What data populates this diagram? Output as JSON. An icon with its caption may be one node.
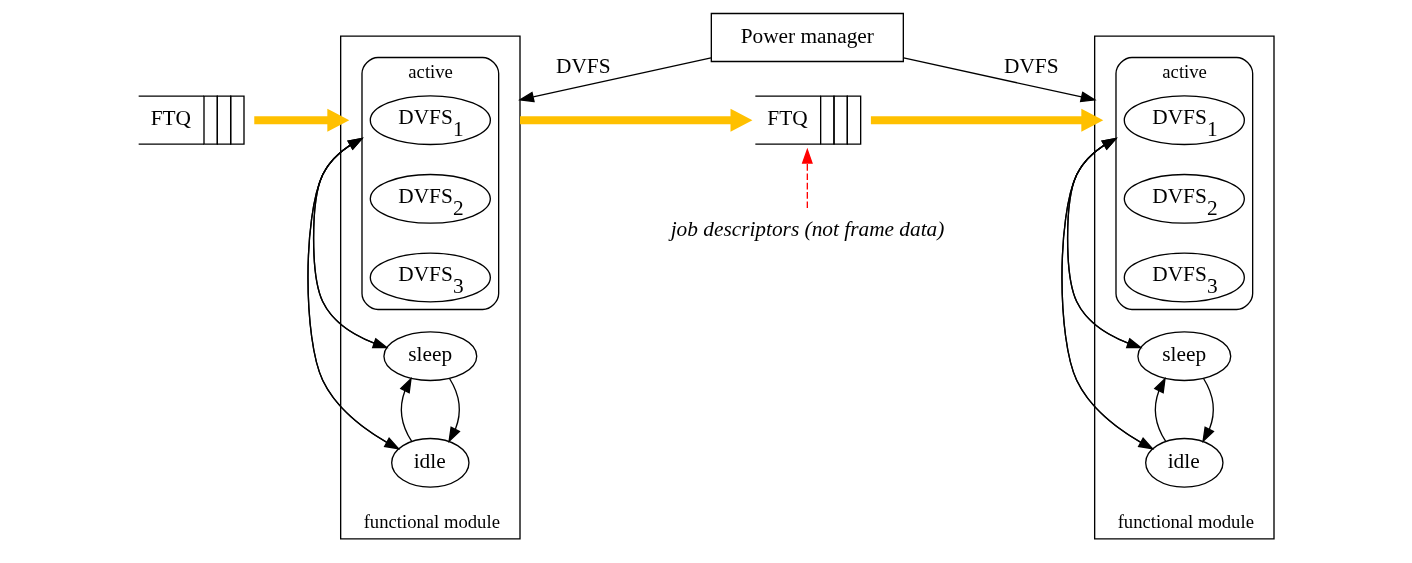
{
  "diagram": {
    "nodes": [
      {
        "text": [
          "Power manager"
        ]
      },
      {
        "text": [
          "FTQ"
        ]
      },
      {
        "text": [
          "functional module"
        ]
      },
      {
        "text": [
          "active"
        ],
        "in": 2
      },
      {
        "text": [
          "DVFS$_{1}$"
        ],
        "in": 3
      },
      {
        "text": [
          "DVFS$_{2}$"
        ],
        "in": 3
      },
      {
        "text": [
          "DVFS$_{3}$"
        ],
        "in": 3
      },
      {
        "text": [
          "sleep"
        ],
        "in": 2
      },
      {
        "text": [
          "idle"
        ],
        "in": 2
      },
      {
        "text": [
          "FTQ"
        ]
      },
      {
        "text": [
          "functional module"
        ]
      },
      {
        "text": [
          "active"
        ],
        "in": 10
      },
      {
        "text": [
          "DVFS$_{1}$"
        ],
        "in": 11
      },
      {
        "text": [
          "DVFS$_{2}$"
        ],
        "in": 11
      },
      {
        "text": [
          "DVFS$_{3}$"
        ],
        "in": 11
      },
      {
        "text": [
          "sleep"
        ],
        "in": 10
      },
      {
        "text": [
          "idle"
        ],
        "in": 10
      },
      {
        "text": [
          "job descriptors (not frame data)"
        ]
      }
    ],
    "edges": [
      {
        "from": 0,
        "to": 2,
        "arrow": "to",
        "label": "DVFS"
      },
      {
        "from": 0,
        "to": 10,
        "arrow": "to",
        "label": "DVFS"
      },
      {
        "from": 1,
        "to": 2,
        "arrow": "to",
        "style": "thick",
        "color": "#ffc000"
      },
      {
        "from": 2,
        "to": 9,
        "arrow": "to",
        "style": "thick",
        "color": "#ffc000"
      },
      {
        "from": 9,
        "to": 10,
        "arrow": "to",
        "style": "thick",
        "color": "#ffc000"
      },
      {
        "from": 3,
        "to": 7,
        "arrow": "to"
      },
      {
        "from": 7,
        "to": 3,
        "arrow": "to"
      },
      {
        "from": 3,
        "to": 8,
        "arrow": "to"
      },
      {
        "from": 8,
        "to": 3,
        "arrow": "to"
      },
      {
        "from": 7,
        "to": 8,
        "arrow": "to"
      },
      {
        "from": 8,
        "to": 7,
        "arrow": "to"
      },
      {
        "from": 11,
        "to": 15,
        "arrow": "to"
      },
      {
        "from": 15,
        "to": 11,
        "arrow": "to"
      },
      {
        "from": 11,
        "to": 16,
        "arrow": "to"
      },
      {
        "from": 16,
        "to": 11,
        "arrow": "to"
      },
      {
        "from": 15,
        "to": 16,
        "arrow": "to"
      },
      {
        "from": 16,
        "to": 15,
        "arrow": "to"
      },
      {
        "from": 17,
        "to": 9,
        "arrow": "to",
        "style": "dashed",
        "color": "#ff0000"
      }
    ]
  }
}
